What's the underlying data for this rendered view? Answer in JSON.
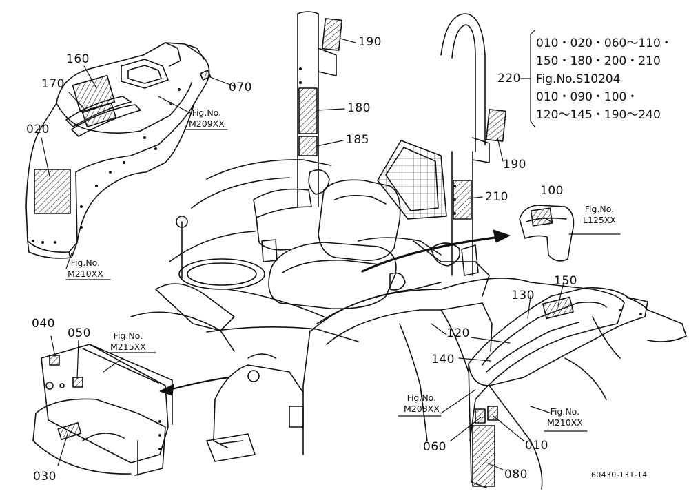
{
  "parts": {
    "p160": "160",
    "p170": "170",
    "p020": "020",
    "p070": "070",
    "p190a": "190",
    "p180": "180",
    "p185": "185",
    "p190b": "190",
    "p220": "220",
    "p210": "210",
    "p100": "100",
    "p150": "150",
    "p130": "130",
    "p120": "120",
    "p140": "140",
    "p040": "040",
    "p050": "050",
    "p060": "060",
    "p010": "010",
    "p080": "080",
    "p030": "030"
  },
  "figs": {
    "m209": [
      "Fig.No.",
      "M209XX"
    ],
    "m210a": [
      "Fig.No.",
      "M210XX"
    ],
    "l125": [
      "Fig.No.",
      "L125XX"
    ],
    "m215": [
      "Fig.No.",
      "M215XX"
    ],
    "m208": [
      "Fig.No.",
      "M208XX"
    ],
    "m210b": [
      "Fig.No.",
      "M210XX"
    ]
  },
  "note220": {
    "line1": "010・020・060～110・",
    "line2": "150・180・200・210",
    "line3": "Fig.No.S10204",
    "line4": "010・090・100・",
    "line5": "120～145・190～240"
  },
  "drawing_code": "60430-131-14",
  "colors": {
    "ink": "#111111",
    "paper": "#ffffff"
  }
}
